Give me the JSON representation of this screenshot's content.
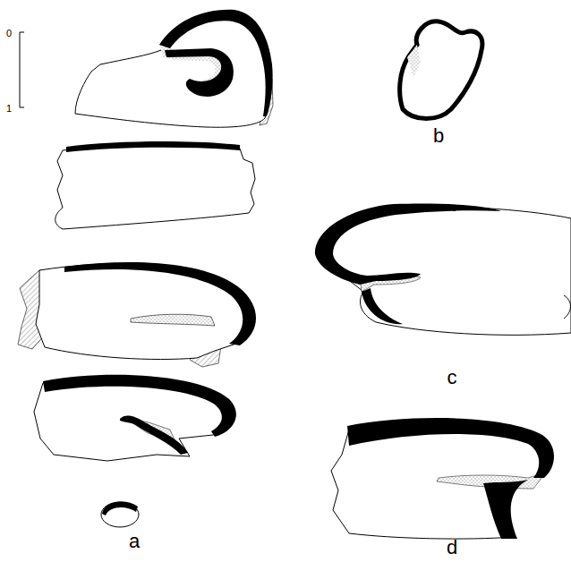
{
  "diagram": {
    "labels": [
      "0",
      "1",
      "a",
      "b",
      "c",
      "d"
    ]
  }
}
